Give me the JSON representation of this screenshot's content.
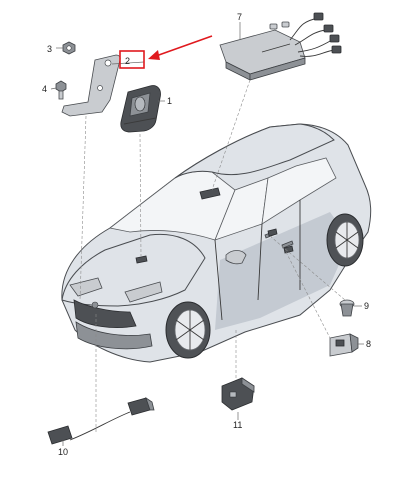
{
  "callouts": {
    "c1": "1",
    "c2": "2",
    "c3": "3",
    "c4": "4",
    "c7": "7",
    "c8": "8",
    "c9": "9",
    "c10": "10",
    "c11": "11"
  },
  "colors": {
    "highlight": "#e0191e",
    "parts_dark": "#4d5054",
    "car_body": "#dfe3e8"
  }
}
